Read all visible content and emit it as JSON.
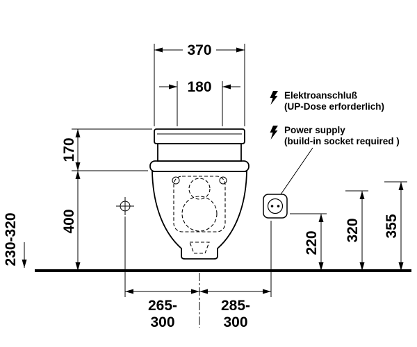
{
  "diagram": {
    "dims": {
      "d370": "370",
      "d180": "180",
      "d170": "170",
      "d400": "400",
      "d230_320": "230-320",
      "d220": "220",
      "d320": "320",
      "d355": "355",
      "left_range_l1": "265-",
      "left_range_l2": "300",
      "right_range_l1": "285-",
      "right_range_l2": "300"
    },
    "notes": {
      "de1": "Elektroanschluß",
      "de2": "(UP-Dose erforderlich)",
      "en1": "Power supply",
      "en2": "(build-in socket required )"
    }
  }
}
